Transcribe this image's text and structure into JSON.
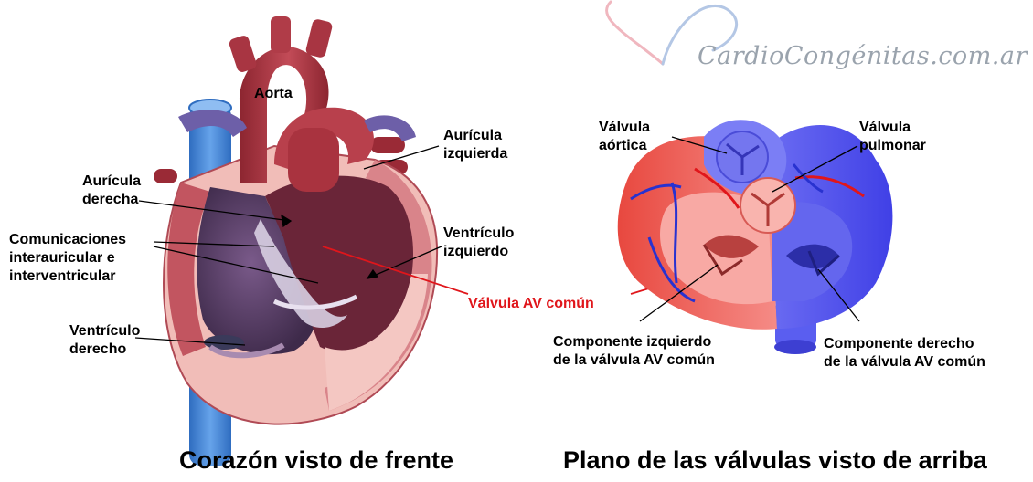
{
  "brand": {
    "text": "CardioCongénitas.com.ar"
  },
  "heart_labels": {
    "aorta": "Aorta",
    "auricula_izquierda": [
      "Aurícula",
      "izquierda"
    ],
    "auricula_derecha": [
      "Aurícula",
      "derecha"
    ],
    "ventriculo_izquierdo": [
      "Ventrículo",
      "izquierdo"
    ],
    "comunicaciones": [
      "Comunicaciones",
      "interauricular e",
      "interventricular"
    ],
    "ventriculo_derecho": [
      "Ventrículo",
      "derecho"
    ]
  },
  "valve_labels": {
    "valvula_aortica": [
      "Válvula",
      "aórtica"
    ],
    "valvula_pulmonar": [
      "Válvula",
      "pulmonar"
    ],
    "valvula_av_comun": "Válvula AV común",
    "componente_izquierdo": [
      "Componente izquierdo",
      "de la válvula AV común"
    ],
    "componente_derecho": [
      "Componente derecho",
      "de la válvula AV común"
    ]
  },
  "captions": {
    "left": "Corazón visto de frente",
    "right": "Plano de las válvulas visto de arriba"
  },
  "colors": {
    "label_accent": "#e0161b",
    "heart_red": "#b0343f",
    "chamber_purple": "#5a3a6a",
    "vein_blue": "#3d7fd0",
    "valve_red": "#f06060",
    "valve_blue": "#5a5aef"
  }
}
